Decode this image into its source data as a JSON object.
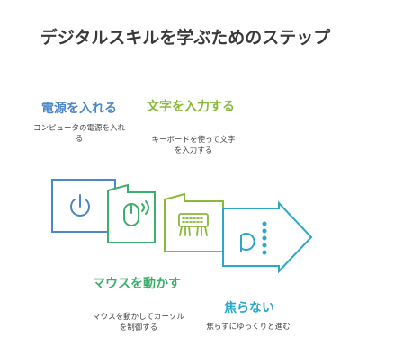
{
  "title": "デジタルスキルを学ぶためのステップ",
  "steps": [
    {
      "title": "電源を入れる",
      "desc": "コンピュータの電源を入れる",
      "color": "#4a86c8",
      "icon": "power-icon"
    },
    {
      "title": "マウスを動かす",
      "desc": "マウスを動かしてカーソルを制御する",
      "color": "#3dae6d",
      "icon": "mouse-icon"
    },
    {
      "title": "文字を入力する",
      "desc": "キーボードを使って文字を入力する",
      "color": "#8ab83a",
      "icon": "keyboard-icon"
    },
    {
      "title": "焦らない",
      "desc": "焦らずにゆっくりと進む",
      "color": "#2aa7c9",
      "icon": "tip-icon"
    }
  ],
  "colors": {
    "background": "#ffffff",
    "title": "#3a3a3a",
    "text": "#444444"
  }
}
